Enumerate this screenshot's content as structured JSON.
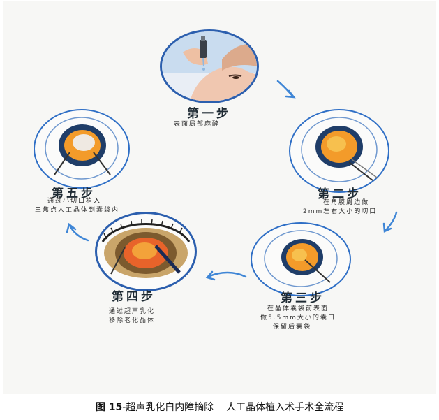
{
  "steps": [
    {
      "title": "第一步",
      "desc": [
        "表面局部麻醉"
      ]
    },
    {
      "title": "第二步",
      "desc": [
        "在角膜周边做",
        "2mm左右大小的切口"
      ]
    },
    {
      "title": "第三步",
      "desc": [
        "在晶体囊袋前表面",
        "做5.5mm大小的囊口",
        "保留后囊袋"
      ]
    },
    {
      "title": "第四步",
      "desc": [
        "通过超声乳化",
        "移除老化晶体"
      ]
    },
    {
      "title": "第五步",
      "desc": [
        "通过小切口植入",
        "三焦点人工晶体到囊袋内"
      ]
    }
  ],
  "caption": {
    "figure": "图 15",
    "text": "-超声乳化白内障摘除    人工晶体植入术手术全流程"
  },
  "colors": {
    "ring": "#2f6fc6",
    "arrow": "#3f86d6",
    "lens": "#f19a2c",
    "iris": "#1e3f6e"
  }
}
